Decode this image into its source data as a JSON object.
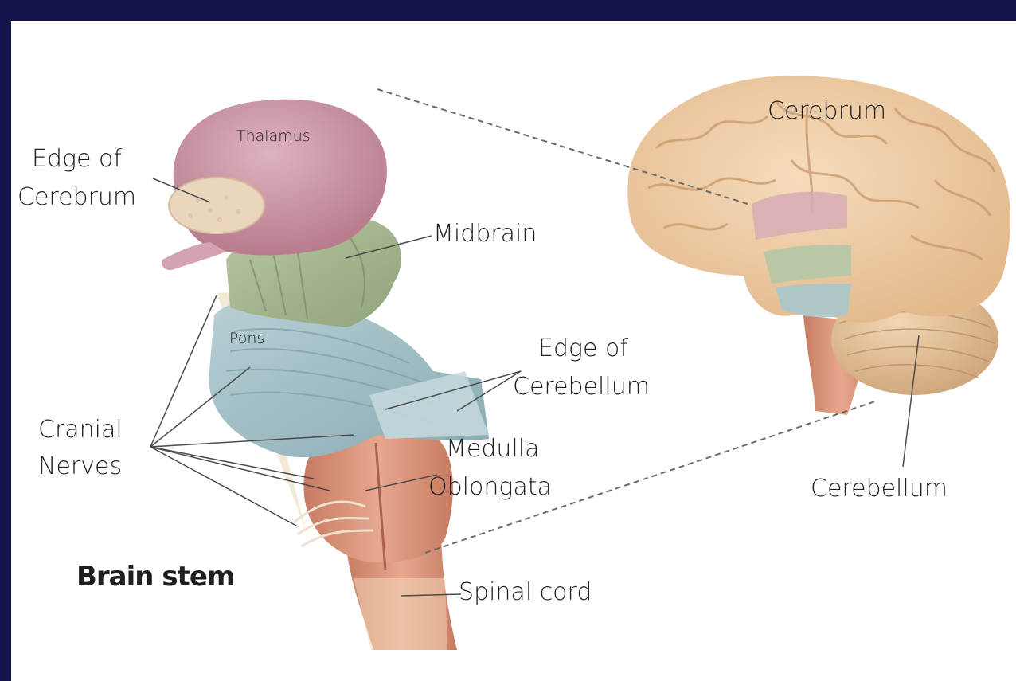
{
  "title": "Brain stem",
  "labels": {
    "thalamus": "Thalamus",
    "edge_of_cerebrum_1": "Edge of",
    "edge_of_cerebrum_2": "Cerebrum",
    "midbrain": "Midbrain",
    "pons": "Pons",
    "edge_of_cerebellum_1": "Edge of",
    "edge_of_cerebellum_2": "Cerebellum",
    "cranial_nerves_1": "Cranial",
    "cranial_nerves_2": "Nerves",
    "medulla_1": "Medulla",
    "medulla_2": "Oblongata",
    "spinal_cord": "Spinal cord",
    "cerebrum": "Cerebrum",
    "cerebellum": "Cerebellum"
  },
  "colors": {
    "border": "#14144a",
    "background": "#ffffff",
    "thalamus": "#c98f9f",
    "midbrain": "#a4b58d",
    "pons": "#9fbcc4",
    "medulla": "#d79277",
    "cerebrum": "#efcfa7",
    "cerebellum": "#e4c49a"
  }
}
